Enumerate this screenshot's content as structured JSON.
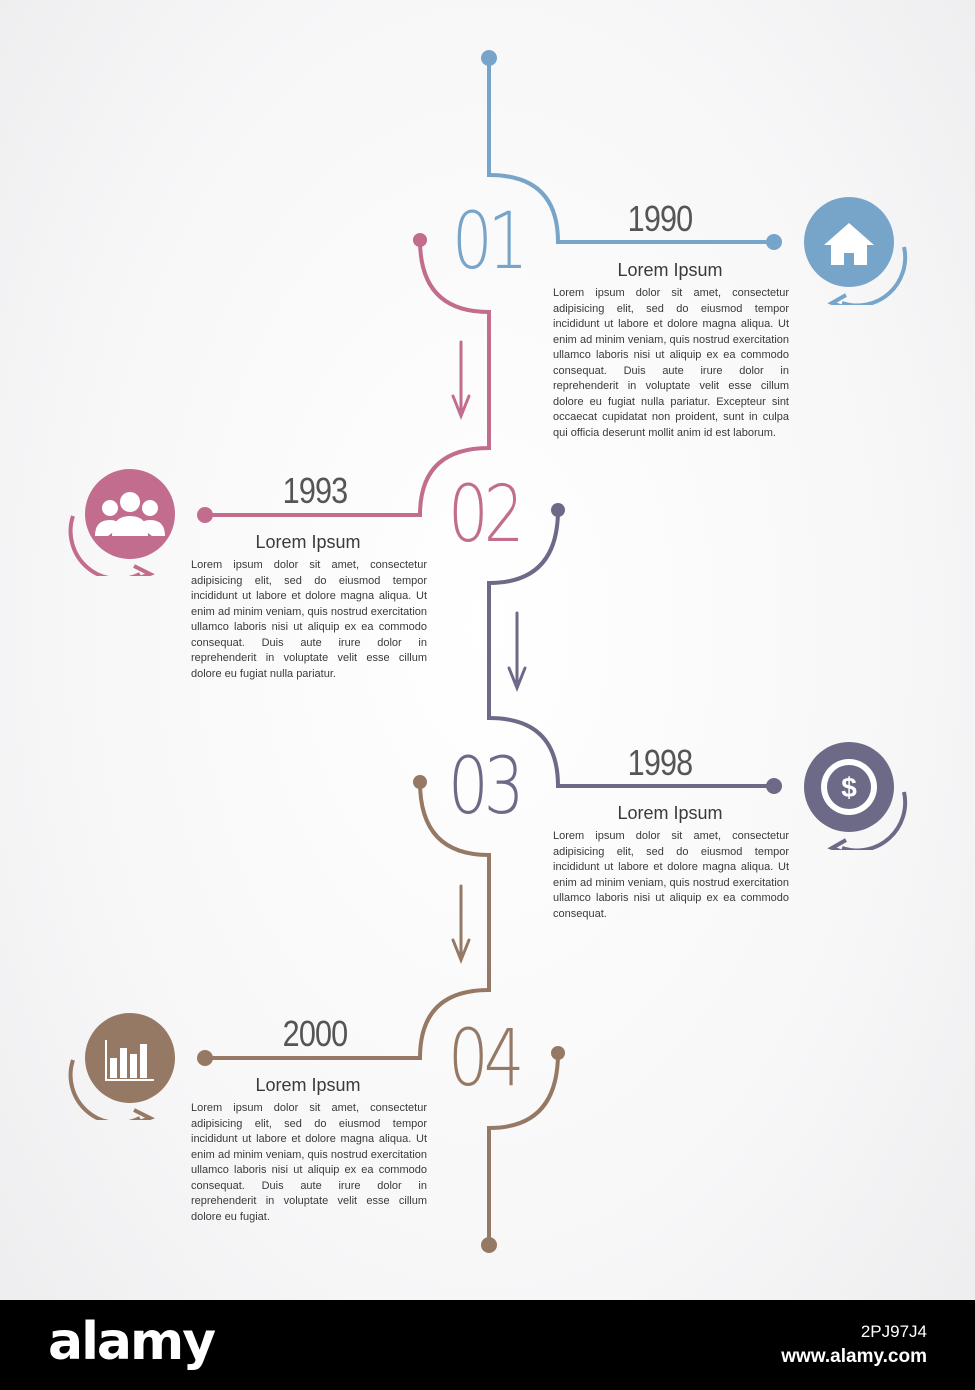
{
  "colors": {
    "step1": "#77a4c9",
    "step2": "#c26d8d",
    "step3": "#6c6a86",
    "step4": "#957964"
  },
  "steps": [
    {
      "number": "01",
      "year": "1990",
      "title": "Lorem Ipsum",
      "icon": "home-icon",
      "body": "Lorem ipsum dolor sit amet, consectetur adipisicing elit, sed do eiusmod tempor incididunt ut labore et dolore magna aliqua. Ut enim ad minim veniam, quis nostrud exercitation ullamco laboris nisi ut aliquip ex ea commodo consequat. Duis aute irure dolor in reprehenderit in voluptate velit esse cillum dolore eu fugiat nulla pariatur. Excepteur sint occaecat cupidatat non proident, sunt in culpa qui officia deserunt mollit anim id est laborum."
    },
    {
      "number": "02",
      "year": "1993",
      "title": "Lorem Ipsum",
      "icon": "people-icon",
      "body": "Lorem ipsum dolor sit amet, consectetur adipisicing elit, sed do eiusmod tempor incididunt ut labore et dolore magna aliqua. Ut enim ad minim veniam, quis nostrud exercitation ullamco laboris nisi ut aliquip ex ea commodo consequat. Duis aute irure dolor in reprehenderit in voluptate velit esse cillum dolore eu fugiat nulla pariatur."
    },
    {
      "number": "03",
      "year": "1998",
      "title": "Lorem Ipsum",
      "icon": "dollar-coin-icon",
      "body": "Lorem ipsum dolor sit amet, consectetur adipisicing elit, sed do eiusmod tempor incididunt ut labore et dolore magna aliqua. Ut enim ad minim veniam, quis nostrud exercitation ullamco laboris nisi ut aliquip ex ea commodo consequat."
    },
    {
      "number": "04",
      "year": "2000",
      "title": "Lorem Ipsum",
      "icon": "bar-chart-icon",
      "body": "Lorem ipsum dolor sit amet, consectetur adipisicing elit, sed do eiusmod tempor incididunt ut labore et dolore magna aliqua. Ut enim ad minim veniam, quis nostrud exercitation ullamco laboris nisi ut aliquip ex ea commodo consequat. Duis aute irure dolor in reprehenderit in voluptate velit esse cillum dolore eu fugiat."
    }
  ],
  "footer": {
    "brand": "alamy",
    "image_id": "2PJ97J4",
    "site": "www.alamy.com"
  }
}
